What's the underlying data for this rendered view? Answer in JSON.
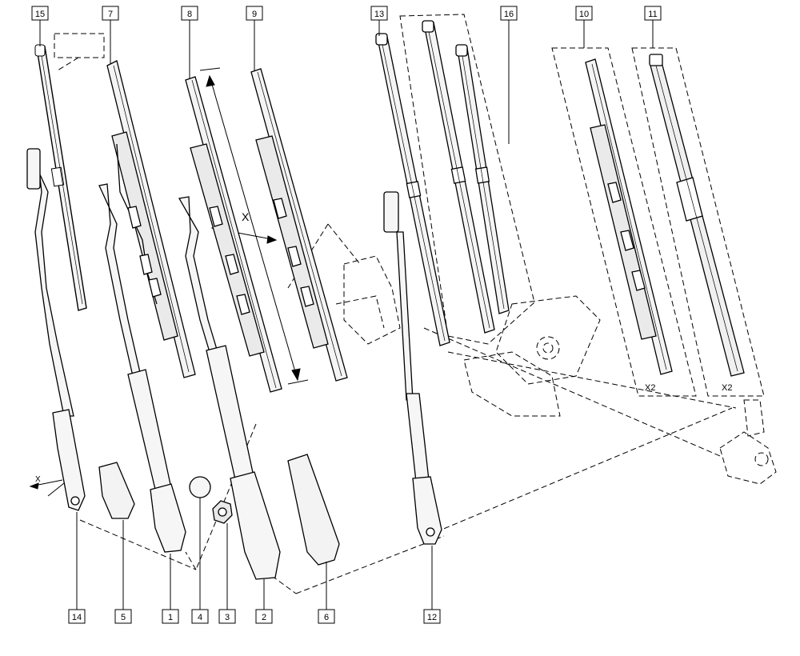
{
  "diagram": {
    "callouts": [
      "15",
      "7",
      "8",
      "9",
      "13",
      "16",
      "10",
      "11",
      "14",
      "5",
      "1",
      "4",
      "3",
      "2",
      "6",
      "12"
    ],
    "dimension_label": "X",
    "quantity_labels": [
      "X2",
      "X2"
    ]
  },
  "colors": {
    "line": "#000000",
    "background": "#ffffff",
    "blade": "#f2f2f2"
  }
}
